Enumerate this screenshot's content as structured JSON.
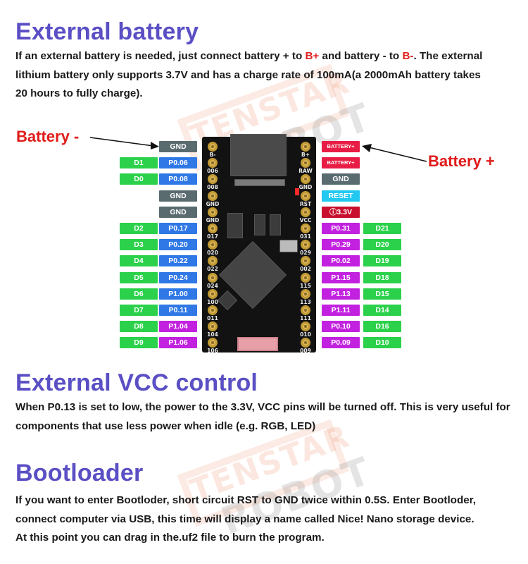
{
  "sections": {
    "external_battery": {
      "title": "External battery",
      "p1_a": "If an external battery is needed, just connect battery + to ",
      "p1_bplus": "B+",
      "p1_b": " and battery - to ",
      "p1_bminus": "B-",
      "p1_c": ". The external",
      "p2": "lithium battery only supports 3.7V and has a charge rate of 100mA(a 2000mAh battery takes",
      "p3": "20 hours to fully charge)."
    },
    "external_vcc": {
      "title": "External VCC control",
      "p1": "When P0.13 is set to low, the power to the 3.3V, VCC pins will be turned off. This is very useful for",
      "p2": "components that use less power when idle (e.g. RGB, LED)"
    },
    "bootloader": {
      "title": "Bootloader",
      "p1": "If you want to enter Bootloder, short circuit RST to GND twice within 0.5S. Enter Bootloder,",
      "p2": "connect computer via USB, this time will display a name called Nice! Nano storage device.",
      "p3": "At this point you can drag in the.uf2 file to burn the program."
    }
  },
  "watermark": {
    "line1": "TENSTAR",
    "line2": "ROBOT"
  },
  "callouts": {
    "battery_minus": "Battery -",
    "battery_plus": "Battery +"
  },
  "pins_left": [
    {
      "d": "",
      "p": "GND",
      "silk": "B-",
      "silk2": ""
    },
    {
      "d": "D1",
      "p": "P0.06",
      "silk": "006",
      "silk2": ""
    },
    {
      "d": "D0",
      "p": "P0.08",
      "silk": "008",
      "silk2": ""
    },
    {
      "d": "",
      "p": "GND",
      "silk": "GND",
      "silk2": ""
    },
    {
      "d": "",
      "p": "GND",
      "silk": "GND",
      "silk2": ""
    },
    {
      "d": "D2",
      "p": "P0.17",
      "silk": "017",
      "silk2": ""
    },
    {
      "d": "D3",
      "p": "P0.20",
      "silk": "020",
      "silk2": ""
    },
    {
      "d": "D4",
      "p": "P0.22",
      "silk": "022",
      "silk2": ""
    },
    {
      "d": "D5",
      "p": "P0.24",
      "silk": "024",
      "silk2": ""
    },
    {
      "d": "D6",
      "p": "P1.00",
      "silk": "100",
      "silk2": ""
    },
    {
      "d": "D7",
      "p": "P0.11",
      "silk": "011",
      "silk2": ""
    },
    {
      "d": "D8",
      "p": "P1.04",
      "silk": "104",
      "silk2": ""
    },
    {
      "d": "D9",
      "p": "P1.06",
      "silk": "106",
      "silk2": ""
    }
  ],
  "pins_right": [
    {
      "p": "BATTERY+",
      "d": "",
      "silk": "B+"
    },
    {
      "p": "BATTERY+",
      "d": "",
      "silk": "RAW"
    },
    {
      "p": "GND",
      "d": "",
      "silk": "GND"
    },
    {
      "p": "RESET",
      "d": "",
      "silk": "RST"
    },
    {
      "p": "3.3V",
      "d": "",
      "silk": "VCC"
    },
    {
      "p": "P0.31",
      "d": "D21",
      "silk": "031"
    },
    {
      "p": "P0.29",
      "d": "D20",
      "silk": "029"
    },
    {
      "p": "P0.02",
      "d": "D19",
      "silk": "002"
    },
    {
      "p": "P1.15",
      "d": "D18",
      "silk": "115"
    },
    {
      "p": "P1.13",
      "d": "D15",
      "silk": "113"
    },
    {
      "p": "P1.11",
      "d": "D14",
      "silk": "111"
    },
    {
      "p": "P0.10",
      "d": "D16",
      "silk": "010"
    },
    {
      "p": "P0.09",
      "d": "D10",
      "silk": "009"
    }
  ],
  "colors": {
    "heading": "#5a4fc4",
    "green": "#2bd14a",
    "blue": "#2f78e6",
    "purple": "#c321e0",
    "gray": "#5a6b70",
    "battery": "#e81d45",
    "reset": "#21c8f0",
    "v33": "#c8102e"
  }
}
